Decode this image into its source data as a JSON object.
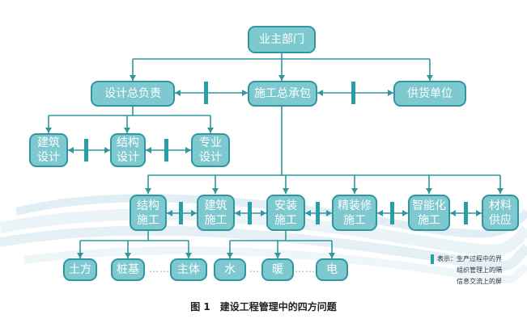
{
  "nodes": {
    "owner": "业主部门",
    "design": "设计总负责",
    "construction": "施工总承包",
    "supply": "供货单位",
    "arch_design": "建筑\n设计",
    "struct_design": "结构\n设计",
    "special_design": "专业\n设计",
    "struct_build": "结构\n施工",
    "arch_build": "建筑\n施工",
    "install": "安装\n施工",
    "finish": "精装修\n施工",
    "smart": "智能化\n施工",
    "material": "材料\n供应",
    "earth": "土方",
    "pile": "桩基",
    "body": "主体",
    "water": "水",
    "heat": "暖",
    "elec": "电"
  },
  "legend": {
    "row1": "表示：生产过程中的界",
    "row2": "组织管理上的隔",
    "row3": "信息交流上的屏"
  },
  "caption": {
    "num": "图 1",
    "text": "建设工程管理中的四方问题"
  },
  "dots": {
    "a": "……",
    "b": "……",
    "c": "……"
  },
  "colors": {
    "box_fill": "#7ec8cf",
    "box_border": "#2f97a0",
    "line": "#2f97a0",
    "barrier": "#2a9ea6"
  }
}
